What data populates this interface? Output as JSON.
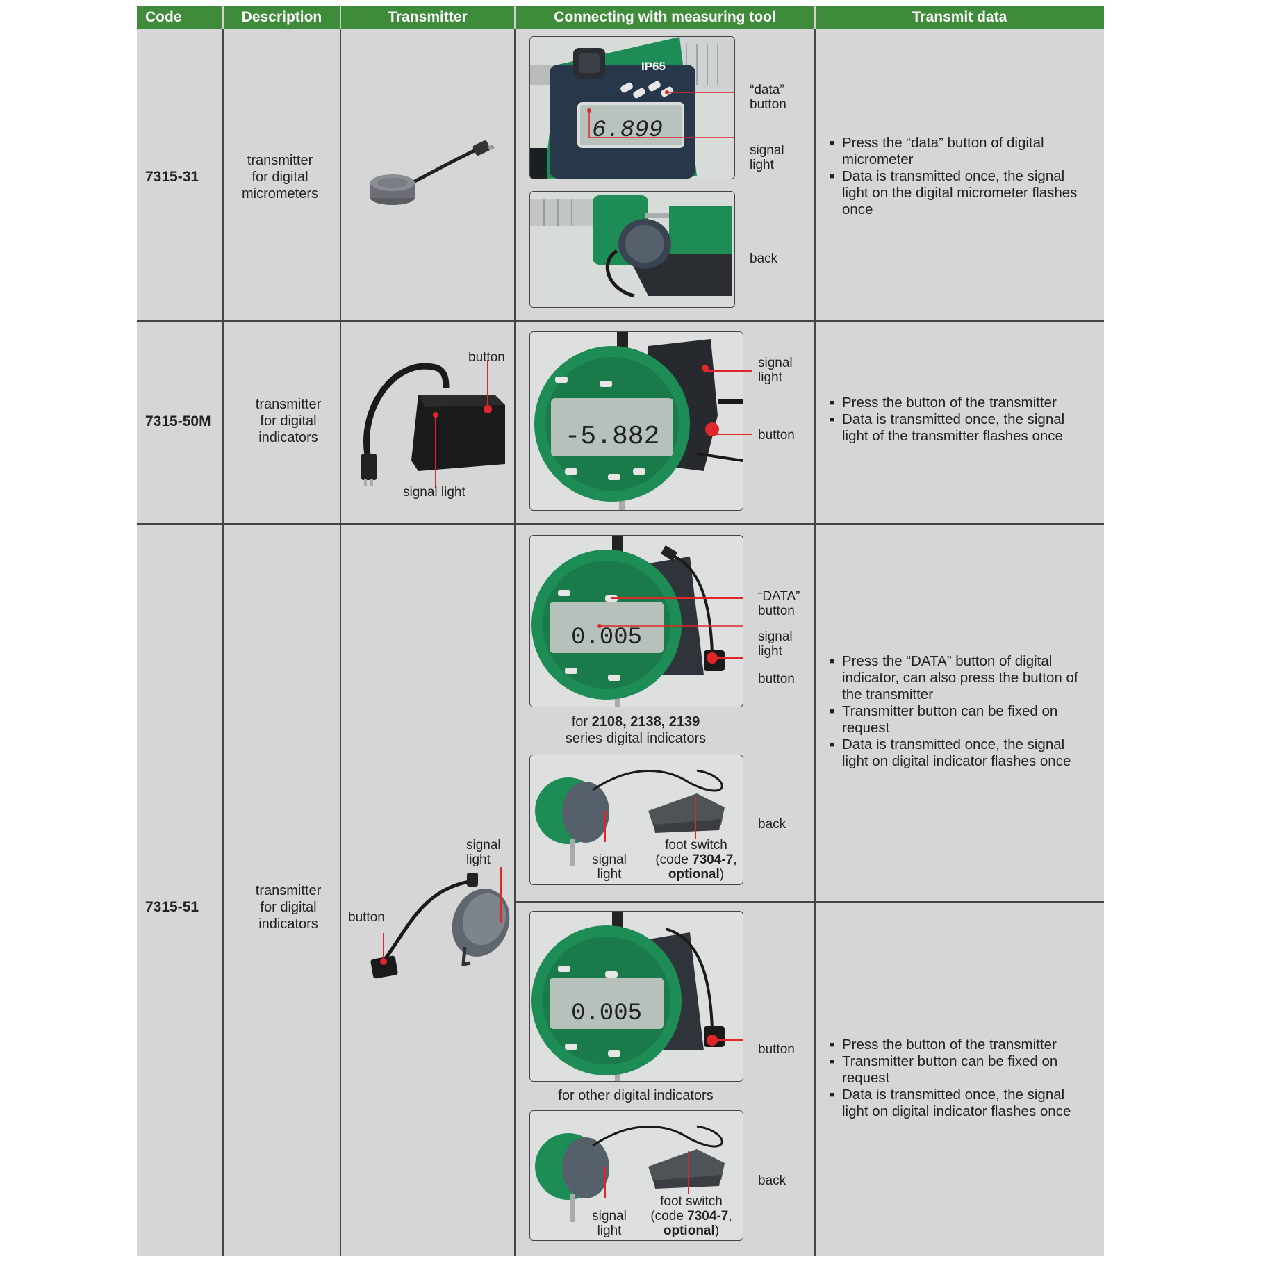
{
  "headers": {
    "code": "Code",
    "description": "Description",
    "transmitter": "Transmitter",
    "connecting": "Connecting with measuring tool",
    "transmit": "Transmit data"
  },
  "rows": [
    {
      "code": "7315-31",
      "description": [
        "transmitter",
        "for digital",
        "micrometers"
      ],
      "photo_labels": {
        "ip65": "IP65",
        "readout": "6.899",
        "data_button": [
          "“data”",
          "button"
        ],
        "signal_light": [
          "signal",
          "light"
        ],
        "back": "back"
      },
      "transmit": [
        "Press the “data” button of digital micrometer",
        "Data is transmitted once, the signal light on the digital micrometer flashes once"
      ]
    },
    {
      "code": "7315-50M",
      "description": [
        "transmitter",
        "for digital",
        "indicators"
      ],
      "transmitter_labels": {
        "button": "button",
        "signal_light": "signal light"
      },
      "photo_labels": {
        "readout": "-5.882",
        "signal_light": [
          "signal",
          "light"
        ],
        "button": "button"
      },
      "transmit": [
        "Press the button of the transmitter",
        "Data is transmitted once, the signal light of the transmitter flashes once"
      ]
    },
    {
      "code": "7315-51",
      "description": [
        "transmitter",
        "for digital",
        "indicators"
      ],
      "transmitter_labels": {
        "button": "button",
        "signal_light": [
          "signal",
          "light"
        ]
      },
      "section_a": {
        "readout": "0.005",
        "data_button": [
          "“DATA”",
          "button"
        ],
        "signal_light": [
          "signal",
          "light"
        ],
        "button": "button",
        "caption_prefix": "for ",
        "caption_bold": "2108, 2138, 2139",
        "caption_line2": "series digital indicators",
        "back": "back",
        "back_signal_light": [
          "signal",
          "light"
        ],
        "foot_switch_1": "foot switch",
        "foot_switch_2_prefix": "(code ",
        "foot_switch_2_bold": "7304-7",
        "foot_switch_2_suffix": ",",
        "foot_switch_3_bold": "optional",
        "foot_switch_3_suffix": ")",
        "transmit": [
          "Press the “DATA” button of digital indicator, can also press the button of the transmitter",
          "Transmitter button can be fixed on request",
          "Data is transmitted once, the signal light on digital indicator flashes once"
        ]
      },
      "section_b": {
        "readout": "0.005",
        "button": "button",
        "caption": "for other digital indicators",
        "back": "back",
        "back_signal_light": [
          "signal",
          "light"
        ],
        "foot_switch_1": "foot switch",
        "foot_switch_2_prefix": "(code ",
        "foot_switch_2_bold": "7304-7",
        "foot_switch_2_suffix": ",",
        "foot_switch_3_bold": "optional",
        "foot_switch_3_suffix": ")",
        "transmit": [
          "Press the button of the transmitter",
          "Transmitter button can be fixed on request",
          "Data is transmitted once, the signal light on digital indicator flashes once"
        ]
      }
    }
  ],
  "colors": {
    "header": "#3e8b3a",
    "cell": "#d6d6d6",
    "rule": "#444444",
    "instrument": "#1e8c55",
    "signal": "#e0262b"
  }
}
